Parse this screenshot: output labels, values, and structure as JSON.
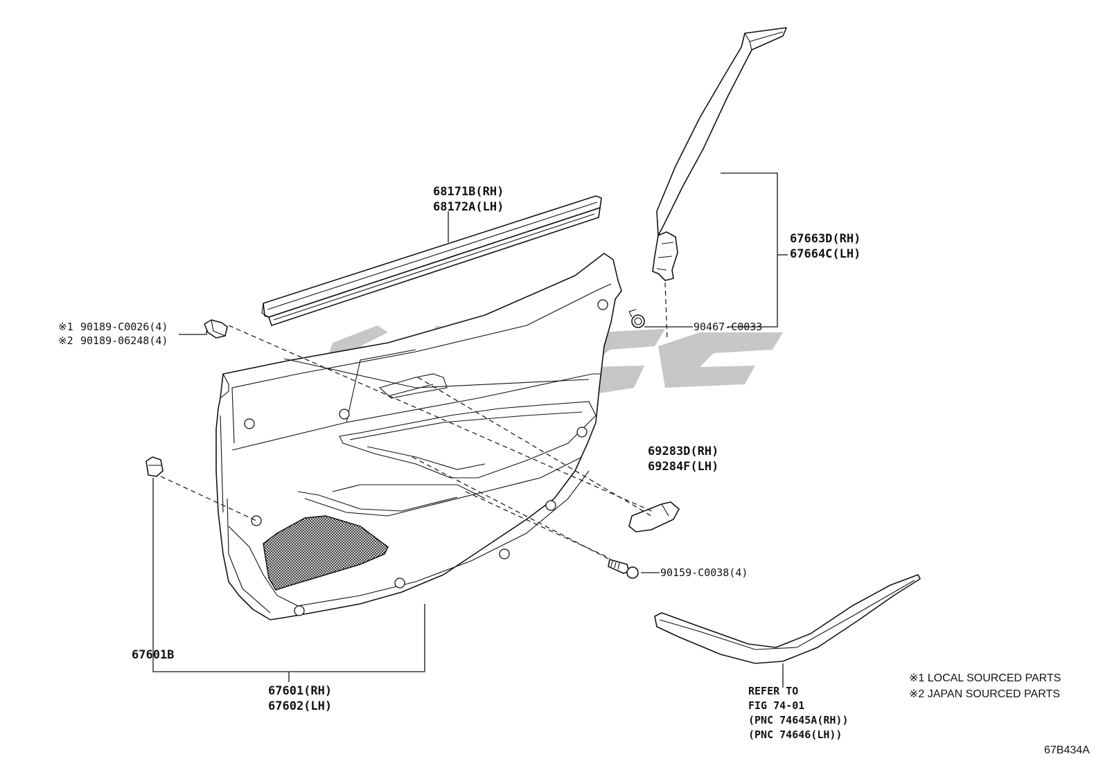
{
  "callouts": {
    "weatherstrip_rh": "68171B(RH)",
    "weatherstrip_lh": "68172A(LH)",
    "pillar_rh": "67663D(RH)",
    "pillar_lh": "67664C(LH)",
    "clip_nut": "90467-C0033",
    "clip1_mark": "※1",
    "clip1": "90189-C0026(4)",
    "clip2_mark": "※2",
    "clip2": "90189-06248(4)",
    "handle_cover_rh": "69283D(RH)",
    "handle_cover_lh": "69284F(LH)",
    "screw": "90159-C0038(4)",
    "clip_b": "67601B",
    "panel_rh": "67601(RH)",
    "panel_lh": "67602(LH)",
    "refer_1": "REFER TO",
    "refer_2": "FIG 74-01",
    "refer_3": "(PNC 74645A(RH))",
    "refer_4": "(PNC 74646(LH))"
  },
  "notes": {
    "note1": "※1 LOCAL SOURCED PARTS",
    "note2": "※2 JAPAN SOURCED PARTS"
  },
  "figure_code": "67B434A"
}
